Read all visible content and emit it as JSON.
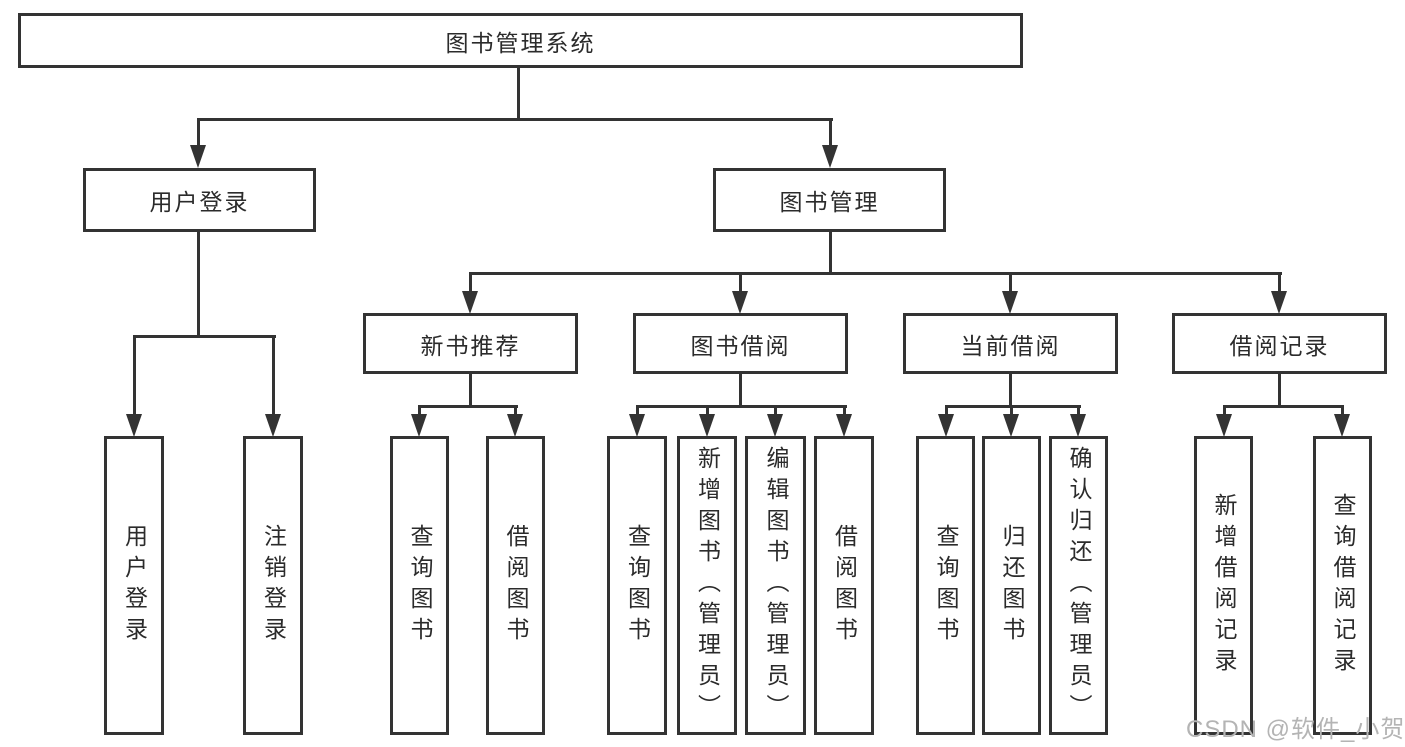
{
  "title_node": "图书管理系统",
  "level2": {
    "user_login": "用户登录",
    "book_management": "图书管理"
  },
  "level3": {
    "new_book_rec": "新书推荐",
    "book_borrowing": "图书借阅",
    "current_borrowing": "当前借阅",
    "borrowing_records": "借阅记录"
  },
  "leaves": {
    "user_login": [
      "用户登录",
      "注销登录"
    ],
    "new_book_rec": [
      "查询图书",
      "借阅图书"
    ],
    "book_borrowing": [
      "查询图书",
      "新增图书（管理员）",
      "编辑图书（管理员）",
      "借阅图书"
    ],
    "current_borrowing": [
      "查询图书",
      "归还图书",
      "确认归还（管理员）"
    ],
    "borrowing_records": [
      "新增借阅记录",
      "查询借阅记录"
    ]
  },
  "watermark": "CSDN @软件_小贺同学",
  "colors": {
    "line": "#333333",
    "text": "#2b2b2b",
    "watermark": "#b4b4b4",
    "background": "#ffffff"
  }
}
